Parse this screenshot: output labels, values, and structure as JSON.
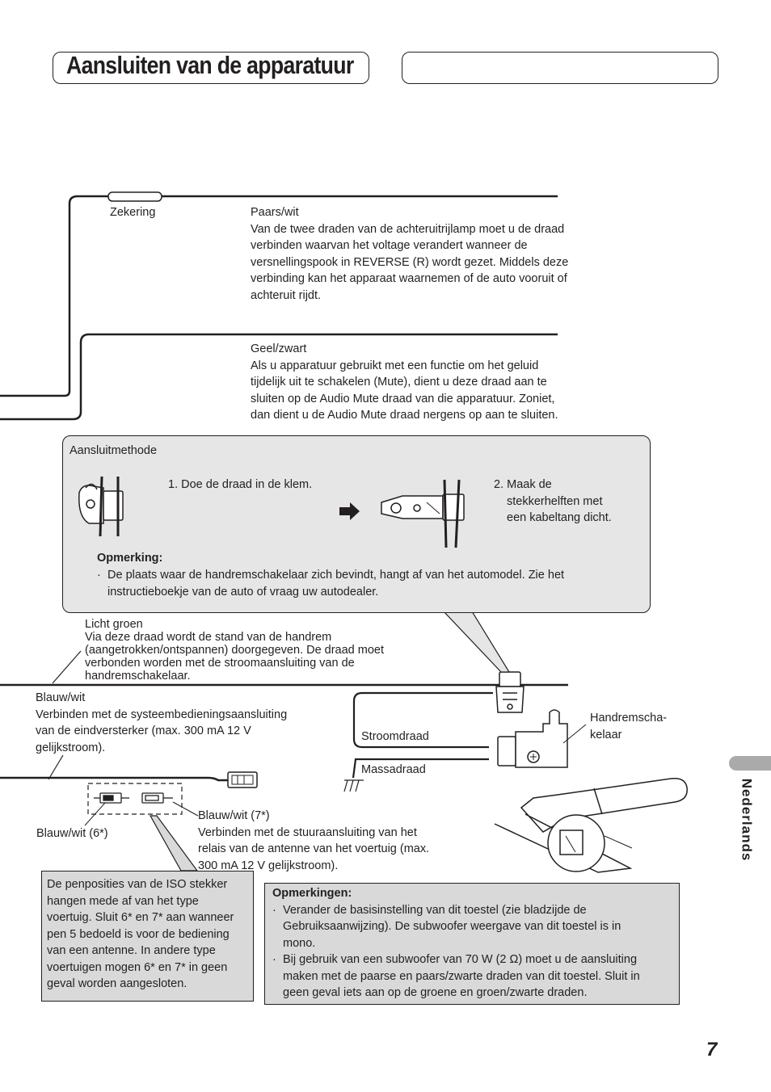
{
  "header": {
    "title": "Aansluiten van de apparatuur"
  },
  "wires": {
    "fuse_label": "Zekering",
    "purple_white": {
      "label": "Paars/wit",
      "lines": [
        "Van de twee draden van de achteruitrijlamp moet u de draad",
        "verbinden waarvan het voltage verandert wanneer de",
        "versnellingspook in REVERSE (R) wordt gezet. Middels deze",
        "verbinding kan het apparaat waarnemen of de auto vooruit of",
        "achteruit rijdt."
      ]
    },
    "yellow_black": {
      "label": "Geel/zwart",
      "lines": [
        "Als u apparatuur gebruikt met een functie om het geluid",
        "tijdelijk uit te schakelen (Mute), dient u deze draad aan te",
        "sluiten op de Audio Mute draad van die apparatuur. Zoniet,",
        "dan dient u de Audio Mute draad nergens op aan te sluiten."
      ]
    },
    "light_green": {
      "label": "Licht groen",
      "lines": [
        "Via deze draad wordt de stand van de handrem",
        "(aangetrokken/ontspannen) doorgegeven. De draad moet",
        "verbonden worden met de stroomaansluiting van de",
        "handremschakelaar."
      ]
    },
    "blue_white": {
      "label": "Blauw/wit",
      "lines": [
        "Verbinden met de systeembedieningsaansluiting",
        "van de eindversterker (max. 300 mA 12 V",
        "gelijkstroom)."
      ]
    },
    "blue_white_7": {
      "label": "Blauw/wit (7*)",
      "lines": [
        "Verbinden met de stuuraansluiting van het",
        "relais van de antenne van het voertuig (max.",
        "300 mA 12 V gelijkstroom)."
      ]
    },
    "blue_white_6": "Blauw/wit (6*)",
    "power_wire": "Stroomdraad",
    "ground_wire": "Massadraad",
    "handbrake_switch": [
      "Handremscha-",
      "kelaar"
    ]
  },
  "method": {
    "heading": "Aansluitmethode",
    "step1": "1. Doe de draad in de klem.",
    "step2": [
      "2. Maak de",
      "stekkerhelften met",
      "een kabeltang dicht."
    ],
    "note_heading": "Opmerking:",
    "note_lines": [
      "De plaats waar de handremschakelaar zich bevindt, hangt af van het automodel. Zie het",
      "instructieboekje van de auto of vraag uw autodealer."
    ]
  },
  "iso_note": {
    "lines": [
      "De penposities van de ISO stekker",
      "hangen mede af van het type",
      "voertuig. Sluit 6* en 7* aan wanneer",
      "pen 5 bedoeld is voor de bediening",
      "van een antenne. In andere type",
      "voertuigen mogen 6* en 7* in geen",
      "geval worden aangesloten."
    ]
  },
  "notes": {
    "heading": "Opmerkingen:",
    "item1": [
      "Verander de basisinstelling van dit toestel (zie bladzijde de",
      "Gebruiksaanwijzing). De subwoofer weergave van dit toestel is in",
      "mono."
    ],
    "item2": [
      "Bij gebruik van een subwoofer van 70 W (2 Ω) moet u de aansluiting",
      "maken met de paarse en paars/zwarte draden van dit toestel. Sluit in",
      "geen geval iets aan op de groene en groen/zwarte draden."
    ]
  },
  "side_tab": "Nederlands",
  "page_number": "7"
}
